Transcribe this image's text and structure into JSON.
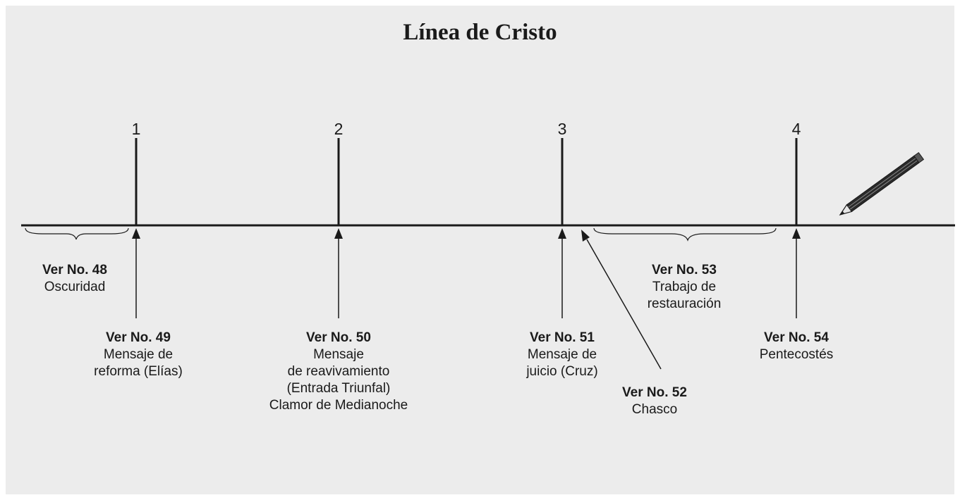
{
  "title": "Línea de Cristo",
  "markers": [
    {
      "number": "1",
      "ref": "Ver No. 49",
      "lines": [
        "Mensaje de",
        "reforma (Elías)"
      ]
    },
    {
      "number": "2",
      "ref": "Ver No. 50",
      "lines": [
        "Mensaje",
        "de reavivamiento",
        "(Entrada Triunfal)",
        "Clamor de Medianoche"
      ]
    },
    {
      "number": "3",
      "ref": "Ver No. 51",
      "lines": [
        "Mensaje de",
        "juicio (Cruz)"
      ]
    },
    {
      "number": "4",
      "ref": "Ver No. 54",
      "lines": [
        "Pentecostés"
      ]
    }
  ],
  "brace_left": {
    "ref": "Ver No. 48",
    "lines": [
      "Oscuridad"
    ]
  },
  "disappointment": {
    "ref": "Ver No. 52",
    "lines": [
      "Chasco"
    ]
  },
  "brace_right": {
    "ref": "Ver No. 53",
    "lines": [
      "Trabajo de",
      "restauración"
    ]
  },
  "colors": {
    "background": "#ececec",
    "ink": "#1a1a1a"
  },
  "icons": {
    "pencil": "pencil-icon"
  }
}
